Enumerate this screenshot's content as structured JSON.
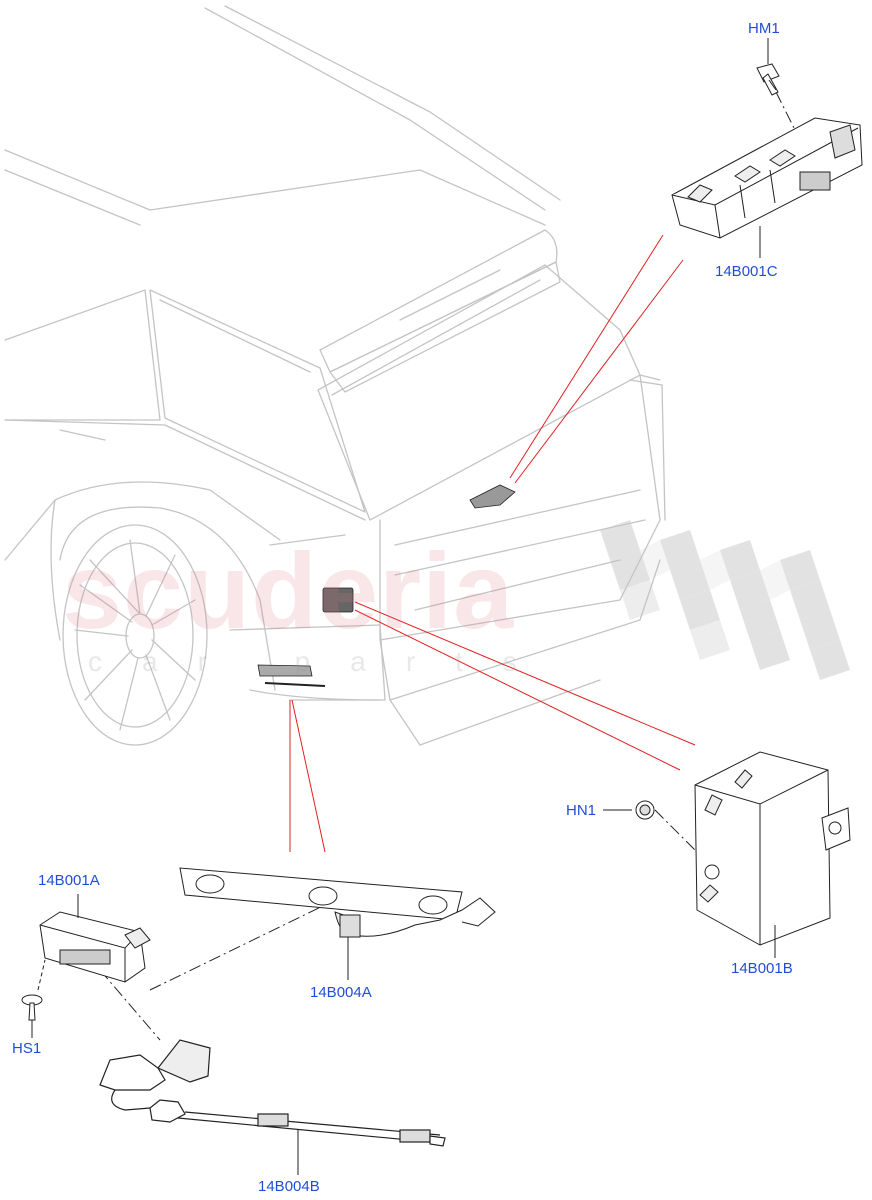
{
  "colors": {
    "callout_text": "#1f4fd6",
    "leader_line": "#e02020",
    "outline": "#bfbfbf",
    "part_stroke": "#222222",
    "watermark_red": "#e07a85",
    "watermark_gray": "#9a9a9a"
  },
  "watermark": {
    "main": "scuderia",
    "sub": "car parts"
  },
  "callouts": {
    "hm1": "HM1",
    "c14b001c": "14B001C",
    "hn1": "HN1",
    "c14b001b": "14B001B",
    "c14b001a": "14B001A",
    "c14b004a": "14B004A",
    "hs1": "HS1",
    "c14b004b": "14B004B"
  }
}
